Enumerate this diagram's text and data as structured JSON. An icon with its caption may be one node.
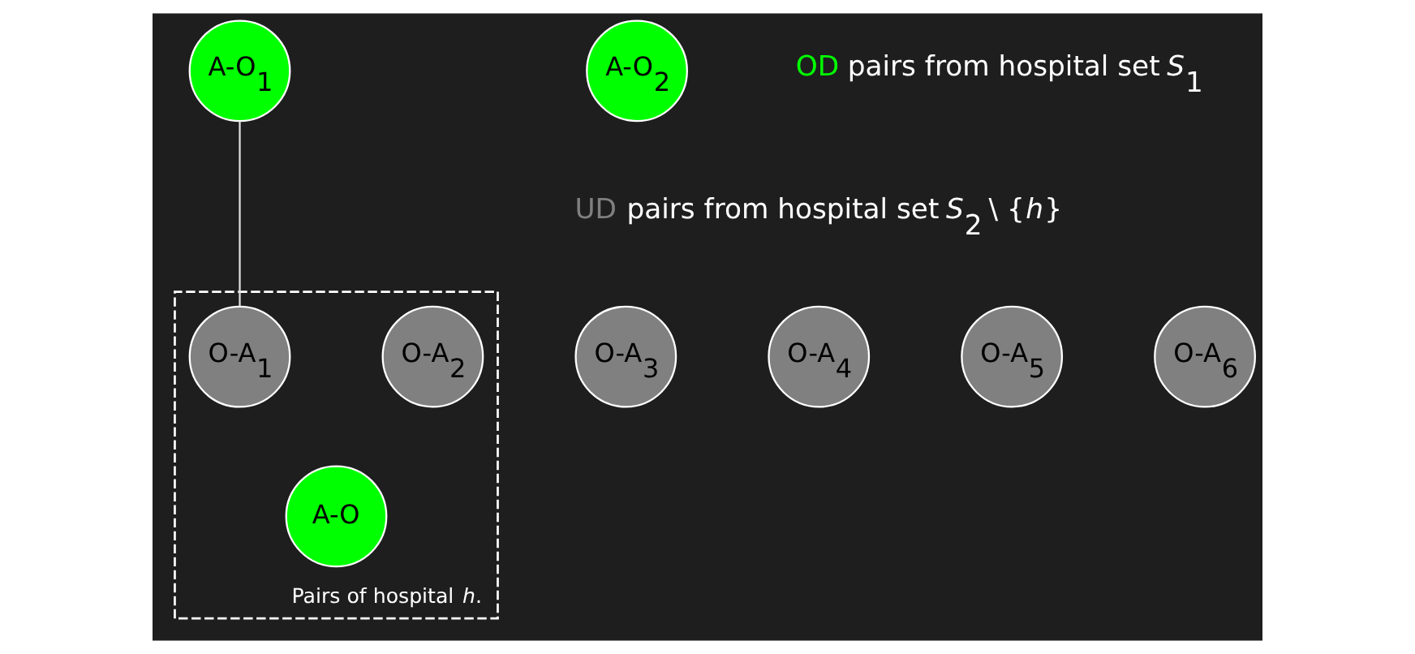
{
  "diagram": {
    "nodes": [
      {
        "text": [
          "A-O$_{1}$"
        ]
      },
      {
        "text": [
          "A-O$_{2}$"
        ]
      },
      {
        "text": [
          "Pairs of hospital *h*."
        ]
      },
      {
        "text": [
          "O-A$_{1}$"
        ],
        "in": 2
      },
      {
        "text": [
          "O-A$_{2}$"
        ],
        "in": 2
      },
      {
        "text": [
          "O-A$_{3}$"
        ]
      },
      {
        "text": [
          "O-A$_{4}$"
        ]
      },
      {
        "text": [
          "O-A$_{5}$"
        ]
      },
      {
        "text": [
          "O-A$_{6}$"
        ]
      },
      {
        "text": [
          "A-O"
        ],
        "in": 2
      }
    ],
    "edges": [
      {
        "from": 0,
        "to": 3,
        "arrow": "none"
      }
    ],
    "labels": [
      "OD pairs from hospital set *S*$_{1}$",
      "UD pairs from hospital set *S*$_{2}$ \\ {*h*}"
    ]
  }
}
